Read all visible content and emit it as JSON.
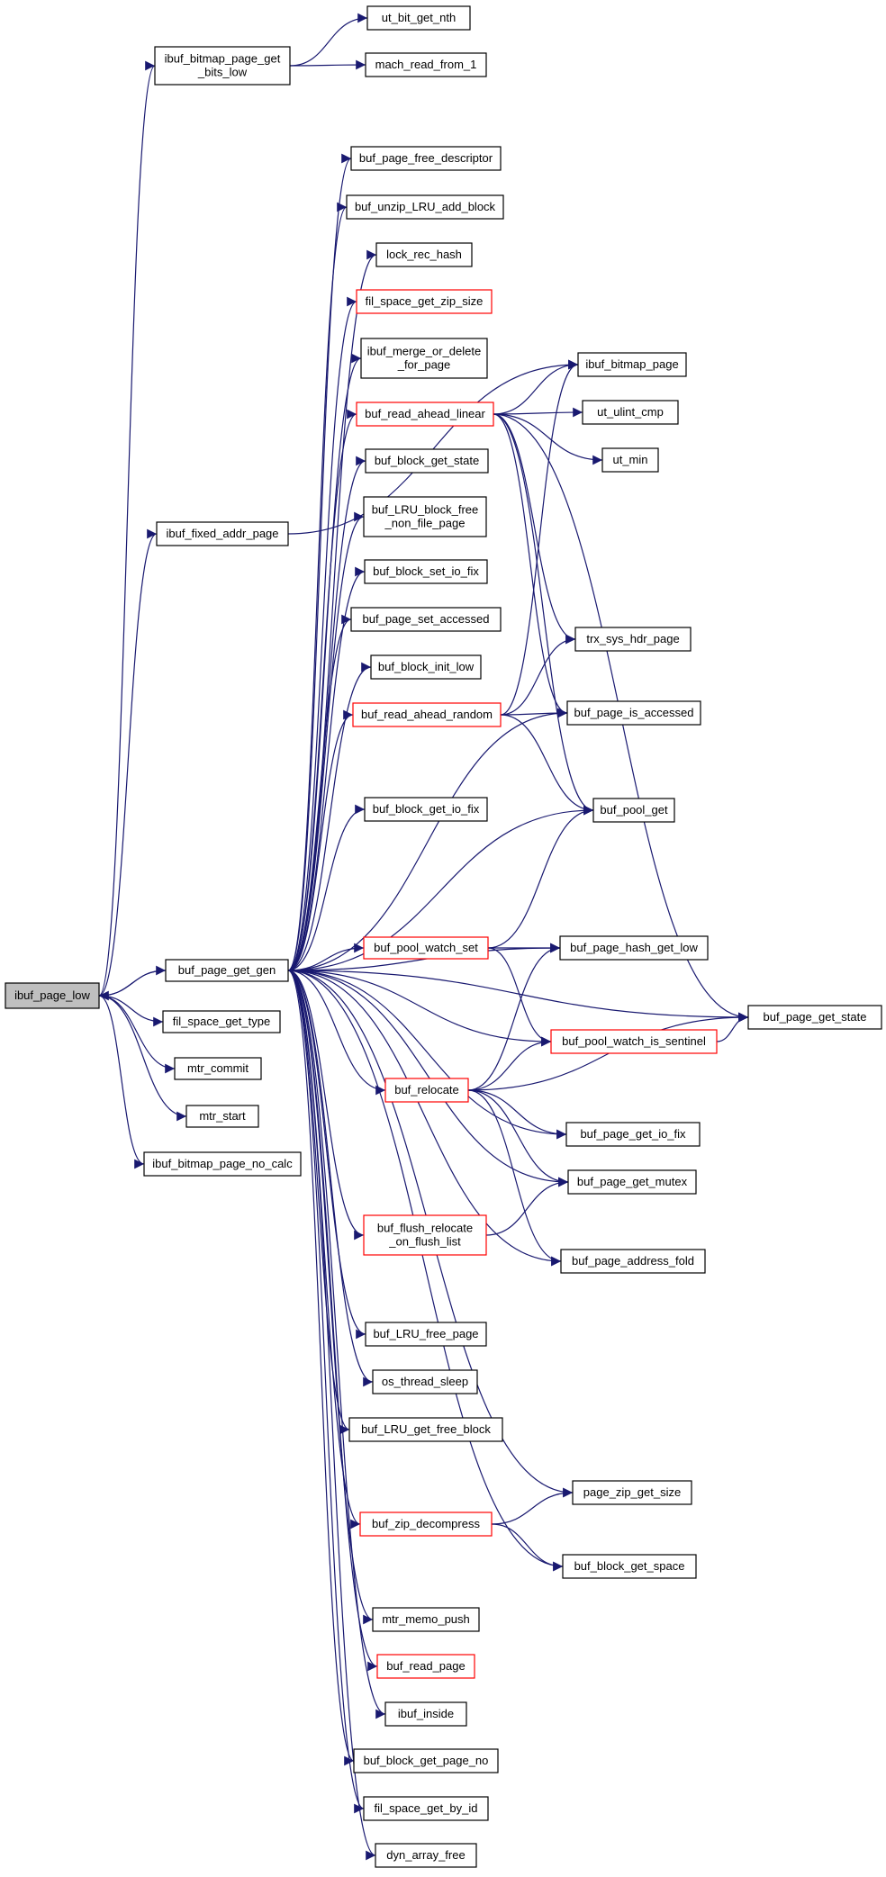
{
  "nodes": [
    {
      "id": "ibuf_page_low",
      "lines": [
        "ibuf_page_low"
      ],
      "style": "root"
    },
    {
      "id": "buf_page_get_gen",
      "lines": [
        "buf_page_get_gen"
      ],
      "style": "normal"
    },
    {
      "id": "ibuf_bitmap_page_get_bits_low",
      "lines": [
        "ibuf_bitmap_page_get",
        "_bits_low"
      ],
      "style": "normal"
    },
    {
      "id": "ut_bit_get_nth",
      "lines": [
        "ut_bit_get_nth"
      ],
      "style": "normal"
    },
    {
      "id": "mach_read_from_1",
      "lines": [
        "mach_read_from_1"
      ],
      "style": "normal"
    },
    {
      "id": "ibuf_fixed_addr_page",
      "lines": [
        "ibuf_fixed_addr_page"
      ],
      "style": "normal"
    },
    {
      "id": "fil_space_get_type",
      "lines": [
        "fil_space_get_type"
      ],
      "style": "normal"
    },
    {
      "id": "mtr_commit",
      "lines": [
        "mtr_commit"
      ],
      "style": "normal"
    },
    {
      "id": "mtr_start",
      "lines": [
        "mtr_start"
      ],
      "style": "normal"
    },
    {
      "id": "ibuf_bitmap_page_no_calc",
      "lines": [
        "ibuf_bitmap_page_no_calc"
      ],
      "style": "normal"
    },
    {
      "id": "buf_page_free_descriptor",
      "lines": [
        "buf_page_free_descriptor"
      ],
      "style": "normal"
    },
    {
      "id": "buf_unzip_LRU_add_block",
      "lines": [
        "buf_unzip_LRU_add_block"
      ],
      "style": "normal"
    },
    {
      "id": "lock_rec_hash",
      "lines": [
        "lock_rec_hash"
      ],
      "style": "normal"
    },
    {
      "id": "fil_space_get_zip_size",
      "lines": [
        "fil_space_get_zip_size"
      ],
      "style": "red"
    },
    {
      "id": "ibuf_merge_or_delete_for_page",
      "lines": [
        "ibuf_merge_or_delete",
        "_for_page"
      ],
      "style": "normal"
    },
    {
      "id": "buf_read_ahead_linear",
      "lines": [
        "buf_read_ahead_linear"
      ],
      "style": "red"
    },
    {
      "id": "buf_block_get_state",
      "lines": [
        "buf_block_get_state"
      ],
      "style": "normal"
    },
    {
      "id": "buf_LRU_block_free_non_file_page",
      "lines": [
        "buf_LRU_block_free",
        "_non_file_page"
      ],
      "style": "normal"
    },
    {
      "id": "buf_block_set_io_fix",
      "lines": [
        "buf_block_set_io_fix"
      ],
      "style": "normal"
    },
    {
      "id": "buf_page_set_accessed",
      "lines": [
        "buf_page_set_accessed"
      ],
      "style": "normal"
    },
    {
      "id": "buf_block_init_low",
      "lines": [
        "buf_block_init_low"
      ],
      "style": "normal"
    },
    {
      "id": "buf_read_ahead_random",
      "lines": [
        "buf_read_ahead_random"
      ],
      "style": "red"
    },
    {
      "id": "buf_block_get_io_fix",
      "lines": [
        "buf_block_get_io_fix"
      ],
      "style": "normal"
    },
    {
      "id": "buf_pool_watch_set",
      "lines": [
        "buf_pool_watch_set"
      ],
      "style": "red"
    },
    {
      "id": "buf_relocate",
      "lines": [
        "buf_relocate"
      ],
      "style": "red"
    },
    {
      "id": "buf_flush_relocate_on_flush_list",
      "lines": [
        "buf_flush_relocate",
        "_on_flush_list"
      ],
      "style": "red"
    },
    {
      "id": "buf_LRU_free_page",
      "lines": [
        "buf_LRU_free_page"
      ],
      "style": "normal"
    },
    {
      "id": "os_thread_sleep",
      "lines": [
        "os_thread_sleep"
      ],
      "style": "normal"
    },
    {
      "id": "buf_LRU_get_free_block",
      "lines": [
        "buf_LRU_get_free_block"
      ],
      "style": "normal"
    },
    {
      "id": "buf_zip_decompress",
      "lines": [
        "buf_zip_decompress"
      ],
      "style": "red"
    },
    {
      "id": "mtr_memo_push",
      "lines": [
        "mtr_memo_push"
      ],
      "style": "normal"
    },
    {
      "id": "buf_read_page",
      "lines": [
        "buf_read_page"
      ],
      "style": "red"
    },
    {
      "id": "ibuf_inside",
      "lines": [
        "ibuf_inside"
      ],
      "style": "normal"
    },
    {
      "id": "buf_block_get_page_no",
      "lines": [
        "buf_block_get_page_no"
      ],
      "style": "normal"
    },
    {
      "id": "fil_space_get_by_id",
      "lines": [
        "fil_space_get_by_id"
      ],
      "style": "normal"
    },
    {
      "id": "dyn_array_free",
      "lines": [
        "dyn_array_free"
      ],
      "style": "normal"
    },
    {
      "id": "ibuf_bitmap_page",
      "lines": [
        "ibuf_bitmap_page"
      ],
      "style": "normal"
    },
    {
      "id": "ut_ulint_cmp",
      "lines": [
        "ut_ulint_cmp"
      ],
      "style": "normal"
    },
    {
      "id": "ut_min",
      "lines": [
        "ut_min"
      ],
      "style": "normal"
    },
    {
      "id": "trx_sys_hdr_page",
      "lines": [
        "trx_sys_hdr_page"
      ],
      "style": "normal"
    },
    {
      "id": "buf_page_is_accessed",
      "lines": [
        "buf_page_is_accessed"
      ],
      "style": "normal"
    },
    {
      "id": "buf_pool_get",
      "lines": [
        "buf_pool_get"
      ],
      "style": "normal"
    },
    {
      "id": "buf_page_hash_get_low",
      "lines": [
        "buf_page_hash_get_low"
      ],
      "style": "normal"
    },
    {
      "id": "buf_pool_watch_is_sentinel",
      "lines": [
        "buf_pool_watch_is_sentinel"
      ],
      "style": "red"
    },
    {
      "id": "buf_page_get_io_fix",
      "lines": [
        "buf_page_get_io_fix"
      ],
      "style": "normal"
    },
    {
      "id": "buf_page_get_mutex",
      "lines": [
        "buf_page_get_mutex"
      ],
      "style": "normal"
    },
    {
      "id": "buf_page_address_fold",
      "lines": [
        "buf_page_address_fold"
      ],
      "style": "normal"
    },
    {
      "id": "page_zip_get_size",
      "lines": [
        "page_zip_get_size"
      ],
      "style": "normal"
    },
    {
      "id": "buf_block_get_space",
      "lines": [
        "buf_block_get_space"
      ],
      "style": "normal"
    },
    {
      "id": "buf_page_get_state",
      "lines": [
        "buf_page_get_state"
      ],
      "style": "normal"
    }
  ],
  "edges": [
    [
      "ibuf_page_low",
      "buf_page_get_gen"
    ],
    [
      "ibuf_page_low",
      "ibuf_bitmap_page_get_bits_low"
    ],
    [
      "ibuf_page_low",
      "ibuf_fixed_addr_page"
    ],
    [
      "ibuf_page_low",
      "fil_space_get_type"
    ],
    [
      "ibuf_page_low",
      "mtr_commit"
    ],
    [
      "ibuf_page_low",
      "mtr_start"
    ],
    [
      "ibuf_page_low",
      "ibuf_bitmap_page_no_calc"
    ],
    [
      "ibuf_bitmap_page_get_bits_low",
      "ut_bit_get_nth"
    ],
    [
      "ibuf_bitmap_page_get_bits_low",
      "mach_read_from_1"
    ],
    [
      "ibuf_fixed_addr_page",
      "ibuf_bitmap_page"
    ],
    [
      "buf_page_get_gen",
      "ibuf_page_low"
    ],
    [
      "buf_page_get_gen",
      "buf_page_free_descriptor"
    ],
    [
      "buf_page_get_gen",
      "buf_unzip_LRU_add_block"
    ],
    [
      "buf_page_get_gen",
      "lock_rec_hash"
    ],
    [
      "buf_page_get_gen",
      "fil_space_get_zip_size"
    ],
    [
      "buf_page_get_gen",
      "ibuf_merge_or_delete_for_page"
    ],
    [
      "buf_page_get_gen",
      "buf_read_ahead_linear"
    ],
    [
      "buf_page_get_gen",
      "buf_block_get_state"
    ],
    [
      "buf_page_get_gen",
      "buf_LRU_block_free_non_file_page"
    ],
    [
      "buf_page_get_gen",
      "buf_block_set_io_fix"
    ],
    [
      "buf_page_get_gen",
      "buf_page_set_accessed"
    ],
    [
      "buf_page_get_gen",
      "buf_block_init_low"
    ],
    [
      "buf_page_get_gen",
      "buf_read_ahead_random"
    ],
    [
      "buf_page_get_gen",
      "buf_page_is_accessed"
    ],
    [
      "buf_page_get_gen",
      "buf_block_get_io_fix"
    ],
    [
      "buf_page_get_gen",
      "buf_pool_get"
    ],
    [
      "buf_page_get_gen",
      "buf_pool_watch_set"
    ],
    [
      "buf_page_get_gen",
      "buf_page_hash_get_low"
    ],
    [
      "buf_page_get_gen",
      "buf_page_get_state"
    ],
    [
      "buf_page_get_gen",
      "buf_pool_watch_is_sentinel"
    ],
    [
      "buf_page_get_gen",
      "buf_relocate"
    ],
    [
      "buf_page_get_gen",
      "buf_page_get_io_fix"
    ],
    [
      "buf_page_get_gen",
      "buf_page_get_mutex"
    ],
    [
      "buf_page_get_gen",
      "buf_flush_relocate_on_flush_list"
    ],
    [
      "buf_page_get_gen",
      "buf_page_address_fold"
    ],
    [
      "buf_page_get_gen",
      "buf_LRU_free_page"
    ],
    [
      "buf_page_get_gen",
      "os_thread_sleep"
    ],
    [
      "buf_page_get_gen",
      "buf_LRU_get_free_block"
    ],
    [
      "buf_page_get_gen",
      "page_zip_get_size"
    ],
    [
      "buf_page_get_gen",
      "buf_zip_decompress"
    ],
    [
      "buf_page_get_gen",
      "buf_block_get_space"
    ],
    [
      "buf_page_get_gen",
      "mtr_memo_push"
    ],
    [
      "buf_page_get_gen",
      "buf_read_page"
    ],
    [
      "buf_page_get_gen",
      "ibuf_inside"
    ],
    [
      "buf_page_get_gen",
      "buf_block_get_page_no"
    ],
    [
      "buf_page_get_gen",
      "fil_space_get_by_id"
    ],
    [
      "buf_page_get_gen",
      "dyn_array_free"
    ],
    [
      "buf_read_ahead_linear",
      "ibuf_bitmap_page"
    ],
    [
      "buf_read_ahead_linear",
      "ut_ulint_cmp"
    ],
    [
      "buf_read_ahead_linear",
      "ut_min"
    ],
    [
      "buf_read_ahead_linear",
      "trx_sys_hdr_page"
    ],
    [
      "buf_read_ahead_linear",
      "buf_page_is_accessed"
    ],
    [
      "buf_read_ahead_linear",
      "buf_pool_get"
    ],
    [
      "buf_read_ahead_linear",
      "buf_page_get_state"
    ],
    [
      "buf_read_ahead_random",
      "ibuf_bitmap_page"
    ],
    [
      "buf_read_ahead_random",
      "trx_sys_hdr_page"
    ],
    [
      "buf_read_ahead_random",
      "buf_page_is_accessed"
    ],
    [
      "buf_read_ahead_random",
      "buf_pool_get"
    ],
    [
      "buf_pool_watch_set",
      "buf_pool_get"
    ],
    [
      "buf_pool_watch_set",
      "buf_page_hash_get_low"
    ],
    [
      "buf_pool_watch_set",
      "buf_pool_watch_is_sentinel"
    ],
    [
      "buf_pool_watch_is_sentinel",
      "buf_page_get_state"
    ],
    [
      "buf_relocate",
      "buf_page_hash_get_low"
    ],
    [
      "buf_relocate",
      "buf_pool_watch_is_sentinel"
    ],
    [
      "buf_relocate",
      "buf_page_get_state"
    ],
    [
      "buf_relocate",
      "buf_page_get_io_fix"
    ],
    [
      "buf_relocate",
      "buf_page_get_mutex"
    ],
    [
      "buf_relocate",
      "buf_page_address_fold"
    ],
    [
      "buf_flush_relocate_on_flush_list",
      "buf_page_get_mutex"
    ],
    [
      "buf_zip_decompress",
      "page_zip_get_size"
    ],
    [
      "buf_zip_decompress",
      "buf_block_get_space"
    ]
  ]
}
